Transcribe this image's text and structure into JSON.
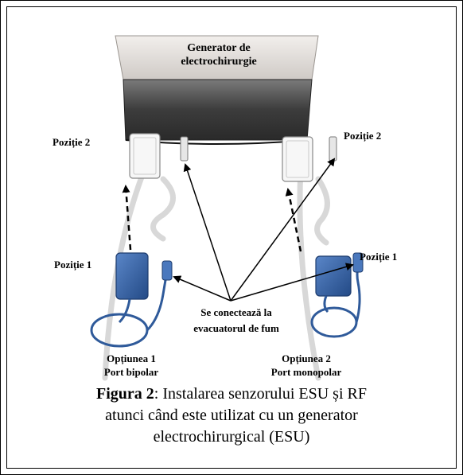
{
  "labels": {
    "generator_line1": "Generator de",
    "generator_line2": "electrochirurgie",
    "pos2_left": "Poziție 2",
    "pos2_right": "Poziție 2",
    "pos1_left": "Poziție 1",
    "pos1_right": "Poziție 1",
    "connect_line1": "Se conectează la",
    "connect_line2": "evacuatorul de fum",
    "option1_line1": "Opțiunea 1",
    "option1_line2": "Port bipolar",
    "option2_line1": "Opțiunea 2",
    "option2_line2": "Port monopolar"
  },
  "caption": {
    "figure_label": "Figura 2",
    "text_line1": ": Instalarea senzorului ESU și RF",
    "text_line2": "atunci când este utilizat cu un generator",
    "text_line3": "electrochirurgical (ESU)"
  },
  "colors": {
    "sensor_blue": "#3a66a8",
    "generator_top": "#e0dcd8",
    "generator_front": "#4a4a4a"
  }
}
